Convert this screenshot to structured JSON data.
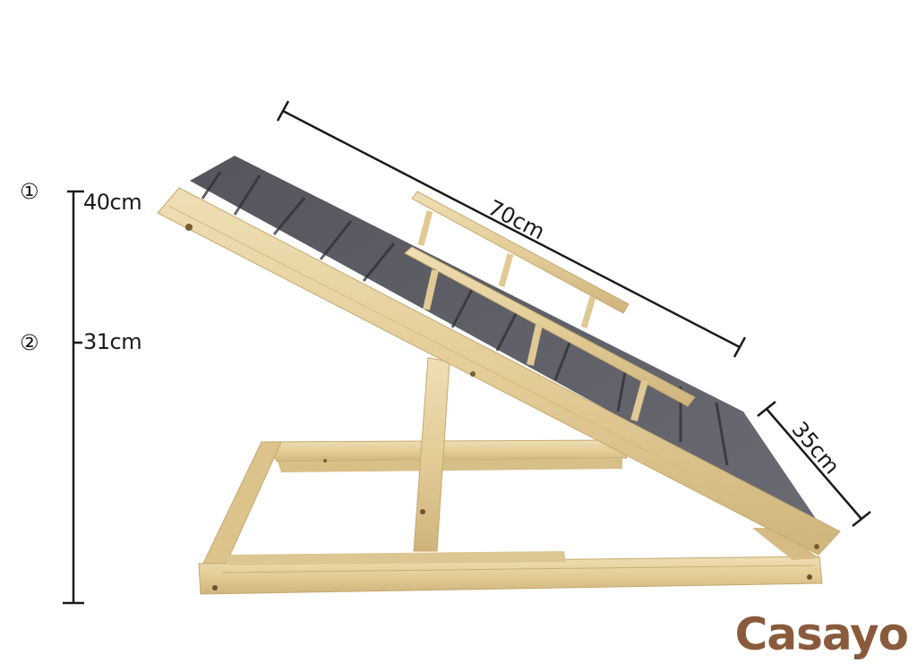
{
  "product": {
    "name": "Adjustable wooden pet ramp with carpeted surface and side handrail"
  },
  "dimensions": {
    "height_settings": [
      {
        "marker": "①",
        "label": "40cm"
      },
      {
        "marker": "②",
        "label": "31cm"
      }
    ],
    "length": "70cm",
    "width": "35cm"
  },
  "brand": {
    "name": "Casayo",
    "color": "#8a5a3c"
  },
  "colors": {
    "background": "#ffffff",
    "wood": "#e6d2a2",
    "wood_shade": "#cdb47e",
    "carpet": "#5b5c63",
    "carpet_groove": "#2e2f35",
    "annotation": "#1a1a1a"
  }
}
